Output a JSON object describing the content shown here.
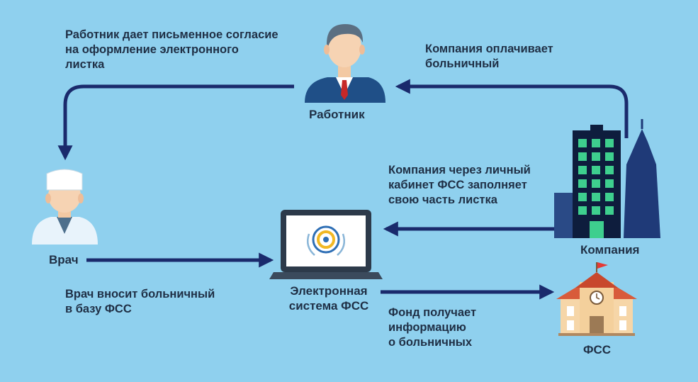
{
  "nodes": {
    "worker": "Работник",
    "doctor": "Врач",
    "system": "Электронная\nсистема ФСС",
    "company": "Компания",
    "fund": "ФСС"
  },
  "edges": {
    "worker_to_doctor": "Работник дает письменное согласие\nна оформление электронного\nлистка",
    "company_to_worker": "Компания оплачивает\nбольничный",
    "company_to_system": "Компания через личный\nкабинет ФСС заполняет\nсвою часть листка",
    "doctor_to_system": "Врач вносит больничный\nв базу ФСС",
    "system_to_fund": "Фонд получает\nинформацию\nо больничных"
  },
  "colors": {
    "background": "#8fd0ee",
    "arrow": "#1a2a6c",
    "text": "#1f2f45"
  },
  "icons": {
    "worker": "businessman-icon",
    "doctor": "doctor-icon",
    "system": "laptop-fss-logo-icon",
    "company": "office-buildings-icon",
    "fund": "school-building-flag-icon"
  }
}
